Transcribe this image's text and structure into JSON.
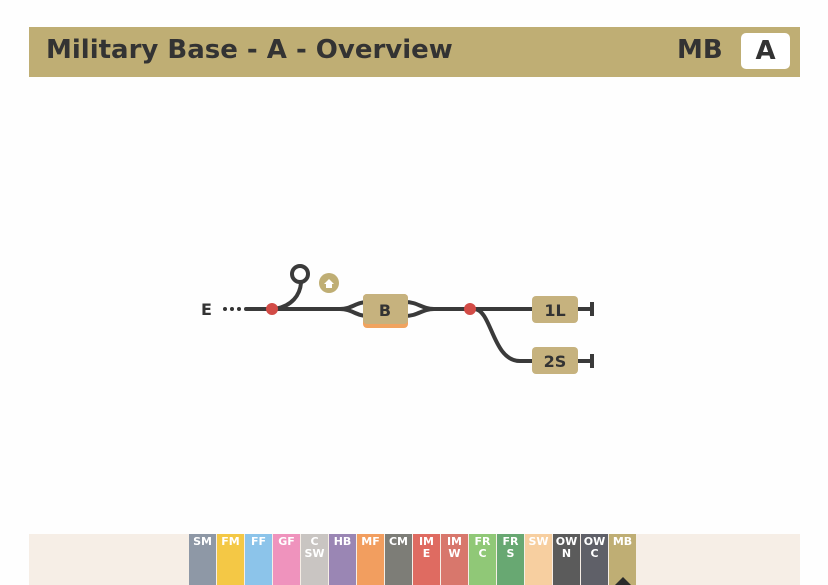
{
  "header": {
    "title": "Military Base - A - Overview",
    "code": "MB",
    "badge": "A"
  },
  "diagram": {
    "entry_label": "E",
    "nodes": [
      {
        "id": "B",
        "label": "B"
      },
      {
        "id": "1L",
        "label": "1L"
      },
      {
        "id": "2S",
        "label": "2S"
      }
    ]
  },
  "tabs": [
    {
      "l1": "SM",
      "l2": "",
      "color": "#8e98a6"
    },
    {
      "l1": "FM",
      "l2": "",
      "color": "#f4c845"
    },
    {
      "l1": "FF",
      "l2": "",
      "color": "#8cc4ea"
    },
    {
      "l1": "GF",
      "l2": "",
      "color": "#ef93bd"
    },
    {
      "l1": "C",
      "l2": "SW",
      "color": "#c9c5c2"
    },
    {
      "l1": "HB",
      "l2": "",
      "color": "#9a86b4"
    },
    {
      "l1": "MF",
      "l2": "",
      "color": "#f29e5f"
    },
    {
      "l1": "CM",
      "l2": "",
      "color": "#7d7d77"
    },
    {
      "l1": "IM",
      "l2": "E",
      "color": "#df6b61"
    },
    {
      "l1": "IM",
      "l2": "W",
      "color": "#d8776c"
    },
    {
      "l1": "FR",
      "l2": "C",
      "color": "#90c877"
    },
    {
      "l1": "FR",
      "l2": "S",
      "color": "#68a872"
    },
    {
      "l1": "SW",
      "l2": "",
      "color": "#f7cfa0"
    },
    {
      "l1": "OW",
      "l2": "N",
      "color": "#5b5b5b"
    },
    {
      "l1": "OW",
      "l2": "C",
      "color": "#5f6068"
    },
    {
      "l1": "MB",
      "l2": "",
      "color": "#bfae74",
      "active": true
    }
  ]
}
